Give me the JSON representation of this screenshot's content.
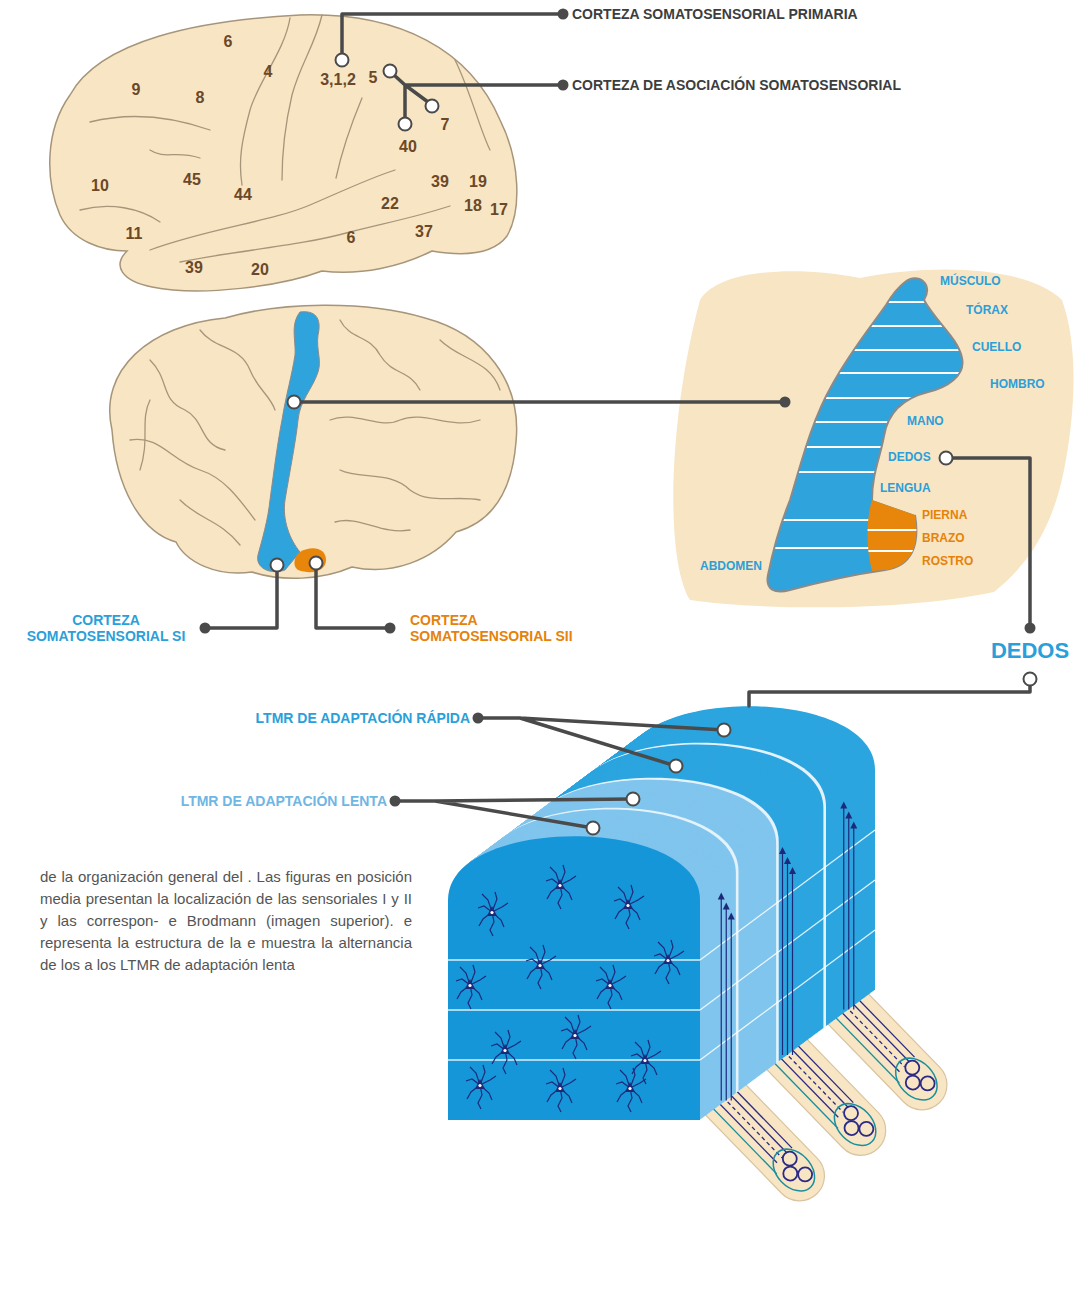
{
  "diagram": {
    "caption": "de la organización general del . Las figuras en posición media presentan la localización de las sensoriales I y II y las correspon- e Brodmann (imagen superior). e representa la estructura de la e muestra la alternancia de los a los LTMR de adaptación lenta",
    "labels": [
      "CORTEZA SOMATOSENSORIAL PRIMARIA",
      "CORTEZA DE ASOCIACIÓN SOMATOSENSORIAL",
      "6",
      "4",
      "3,1,2",
      "5",
      "9",
      "8",
      "7",
      "40",
      "10",
      "45",
      "44",
      "39",
      "19",
      "18",
      "17",
      "22",
      "11",
      "6",
      "37",
      "39",
      "20",
      "MÚSCULO",
      "TÓRAX",
      "CUELLO",
      "HOMBRO",
      "MANO",
      "DEDOS",
      "LENGUA",
      "PIERNA",
      "BRAZO",
      "ROSTRO",
      "ABDOMEN",
      "CORTEZA SOMATOSENSORIAL SI",
      "CORTEZA SOMATOSENSORIAL SII",
      "DEDOS",
      "LTMR DE ADAPTACIÓN RÁPIDA",
      "LTMR DE ADAPTACIÓN LENTA"
    ]
  }
}
